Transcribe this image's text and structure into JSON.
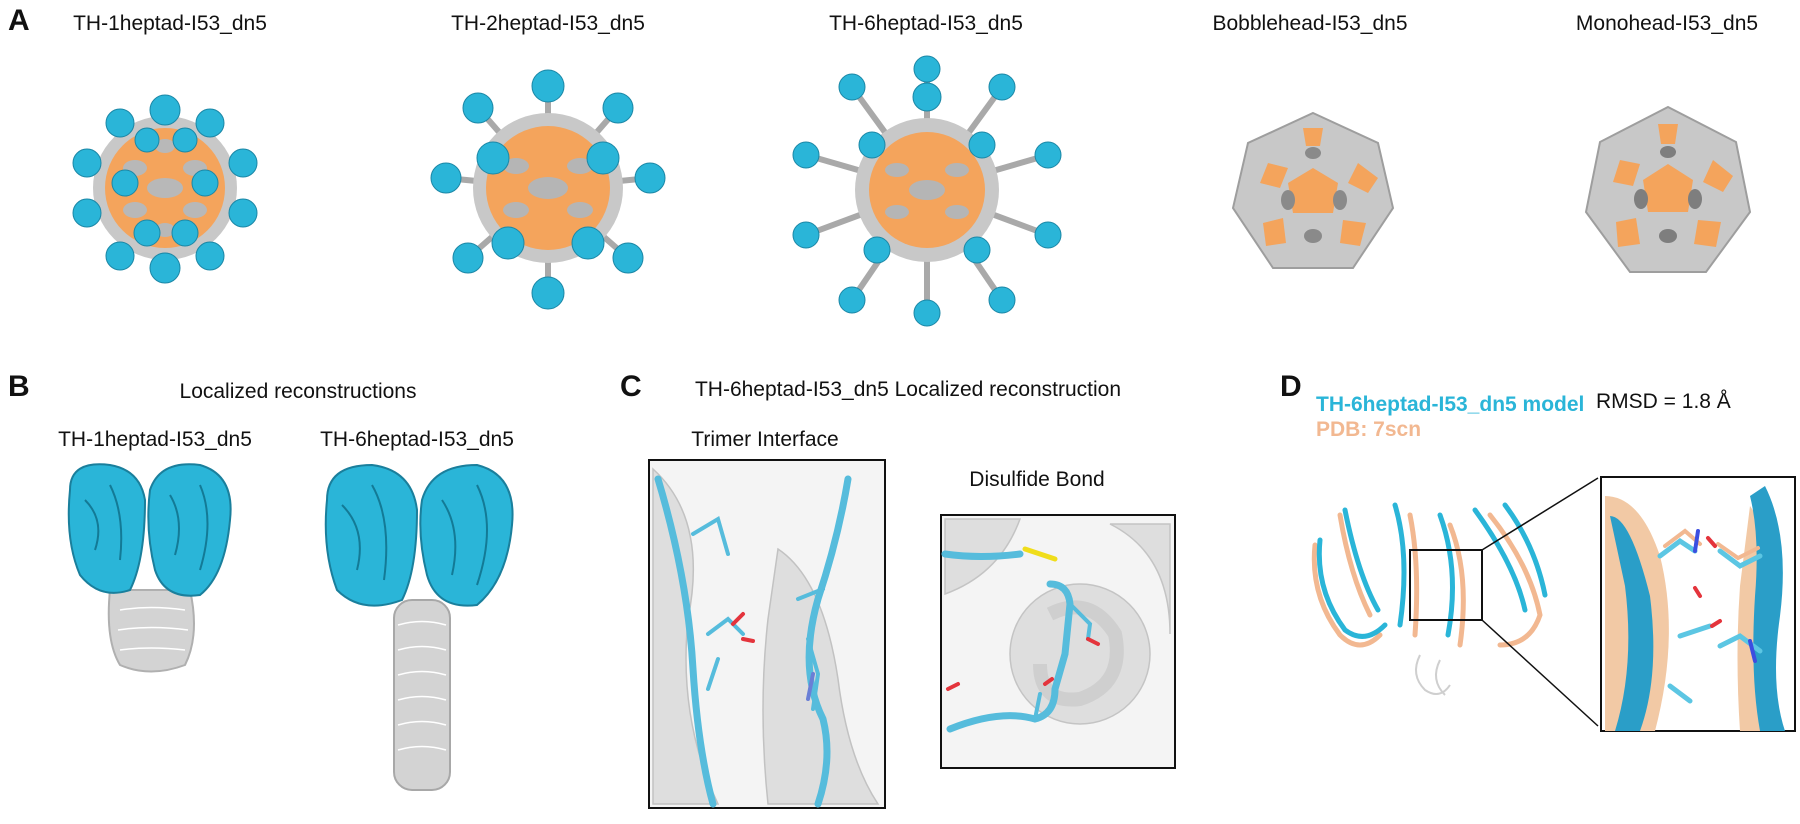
{
  "panels": {
    "A": {
      "letter": "A",
      "items": [
        {
          "label": "TH-1heptad-I53_dn5"
        },
        {
          "label": "TH-2heptad-I53_dn5"
        },
        {
          "label": "TH-6heptad-I53_dn5"
        },
        {
          "label": "Bobblehead-I53_dn5"
        },
        {
          "label": "Monohead-I53_dn5"
        }
      ]
    },
    "B": {
      "letter": "B",
      "title": "Localized reconstructions",
      "items": [
        {
          "label": "TH-1heptad-I53_dn5"
        },
        {
          "label": "TH-6heptad-I53_dn5"
        }
      ]
    },
    "C": {
      "letter": "C",
      "title": "TH-6heptad-I53_dn5 Localized reconstruction",
      "insets": [
        {
          "label": "Trimer Interface"
        },
        {
          "label": "Disulfide Bond"
        }
      ]
    },
    "D": {
      "letter": "D",
      "model_label": "TH-6heptad-I53_dn5 model",
      "pdb_label": "PDB: 7scn",
      "rmsd": "RMSD = 1.8 Å"
    }
  },
  "colors": {
    "cyan": "#2ab5d8",
    "orange": "#f4a45c",
    "gray": "#c8c8c8",
    "peach": "#f2b891"
  }
}
